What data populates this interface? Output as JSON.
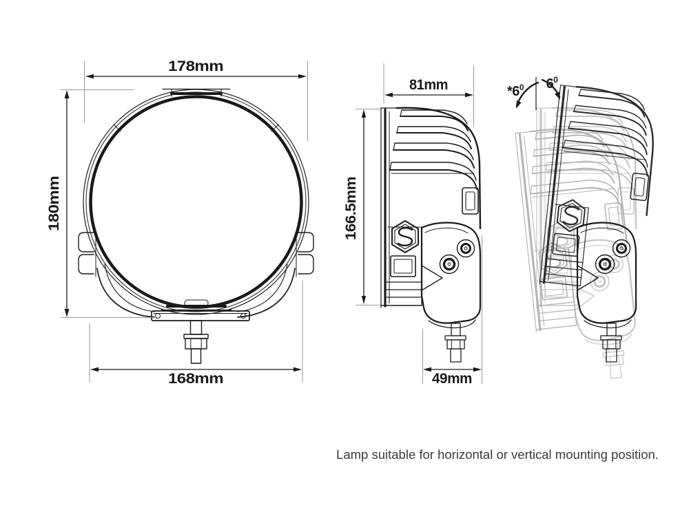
{
  "front_view": {
    "width_label": "178mm",
    "height_label": "180mm",
    "mount_width_label": "168mm"
  },
  "side_view": {
    "depth_label": "81mm",
    "height_label": "166.5mm",
    "mount_depth_label": "49mm"
  },
  "tilt_view": {
    "left_angle_label": "*6",
    "right_angle_label": "6",
    "degree_mark": "0"
  },
  "caption": "Lamp suitable for horizontal or vertical mounting position.",
  "colors": {
    "line": "#1a1a1a",
    "extension_line": "#999999",
    "ghost": "#c6c6c6",
    "ghost2": "#b5b5b5",
    "tilt_main": "#2b2b2b",
    "caption_text": "#3a3a3a",
    "background": "#ffffff"
  },
  "icons": {
    "brand_badge": "s-hexagon-logo",
    "screw": "round-screw-head",
    "tilt_arrows": "curved-rotation-arrows"
  }
}
